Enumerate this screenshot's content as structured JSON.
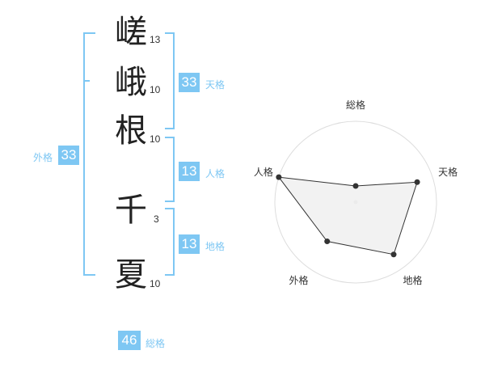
{
  "name": {
    "chars": [
      {
        "char": "嵯",
        "strokes": "13"
      },
      {
        "char": "峨",
        "strokes": "10"
      },
      {
        "char": "根",
        "strokes": "10"
      },
      {
        "char": "千",
        "strokes": "3"
      },
      {
        "char": "夏",
        "strokes": "10"
      }
    ]
  },
  "fortunes": {
    "tenkaku": {
      "value": "33",
      "label": "天格"
    },
    "jinkaku": {
      "value": "13",
      "label": "人格"
    },
    "chikaku": {
      "value": "13",
      "label": "地格"
    },
    "gaikaku": {
      "value": "33",
      "label": "外格"
    },
    "soukaku": {
      "value": "46",
      "label": "総格"
    }
  },
  "bracket_color": "#7ec7f3",
  "chart_data": {
    "type": "radar",
    "axes": [
      "総格",
      "天格",
      "地格",
      "外格",
      "人格"
    ],
    "values": [
      1,
      4,
      4,
      3,
      5
    ],
    "max": 5,
    "rings": 5,
    "fill": "#f0f0f0",
    "stroke": "#333333"
  }
}
